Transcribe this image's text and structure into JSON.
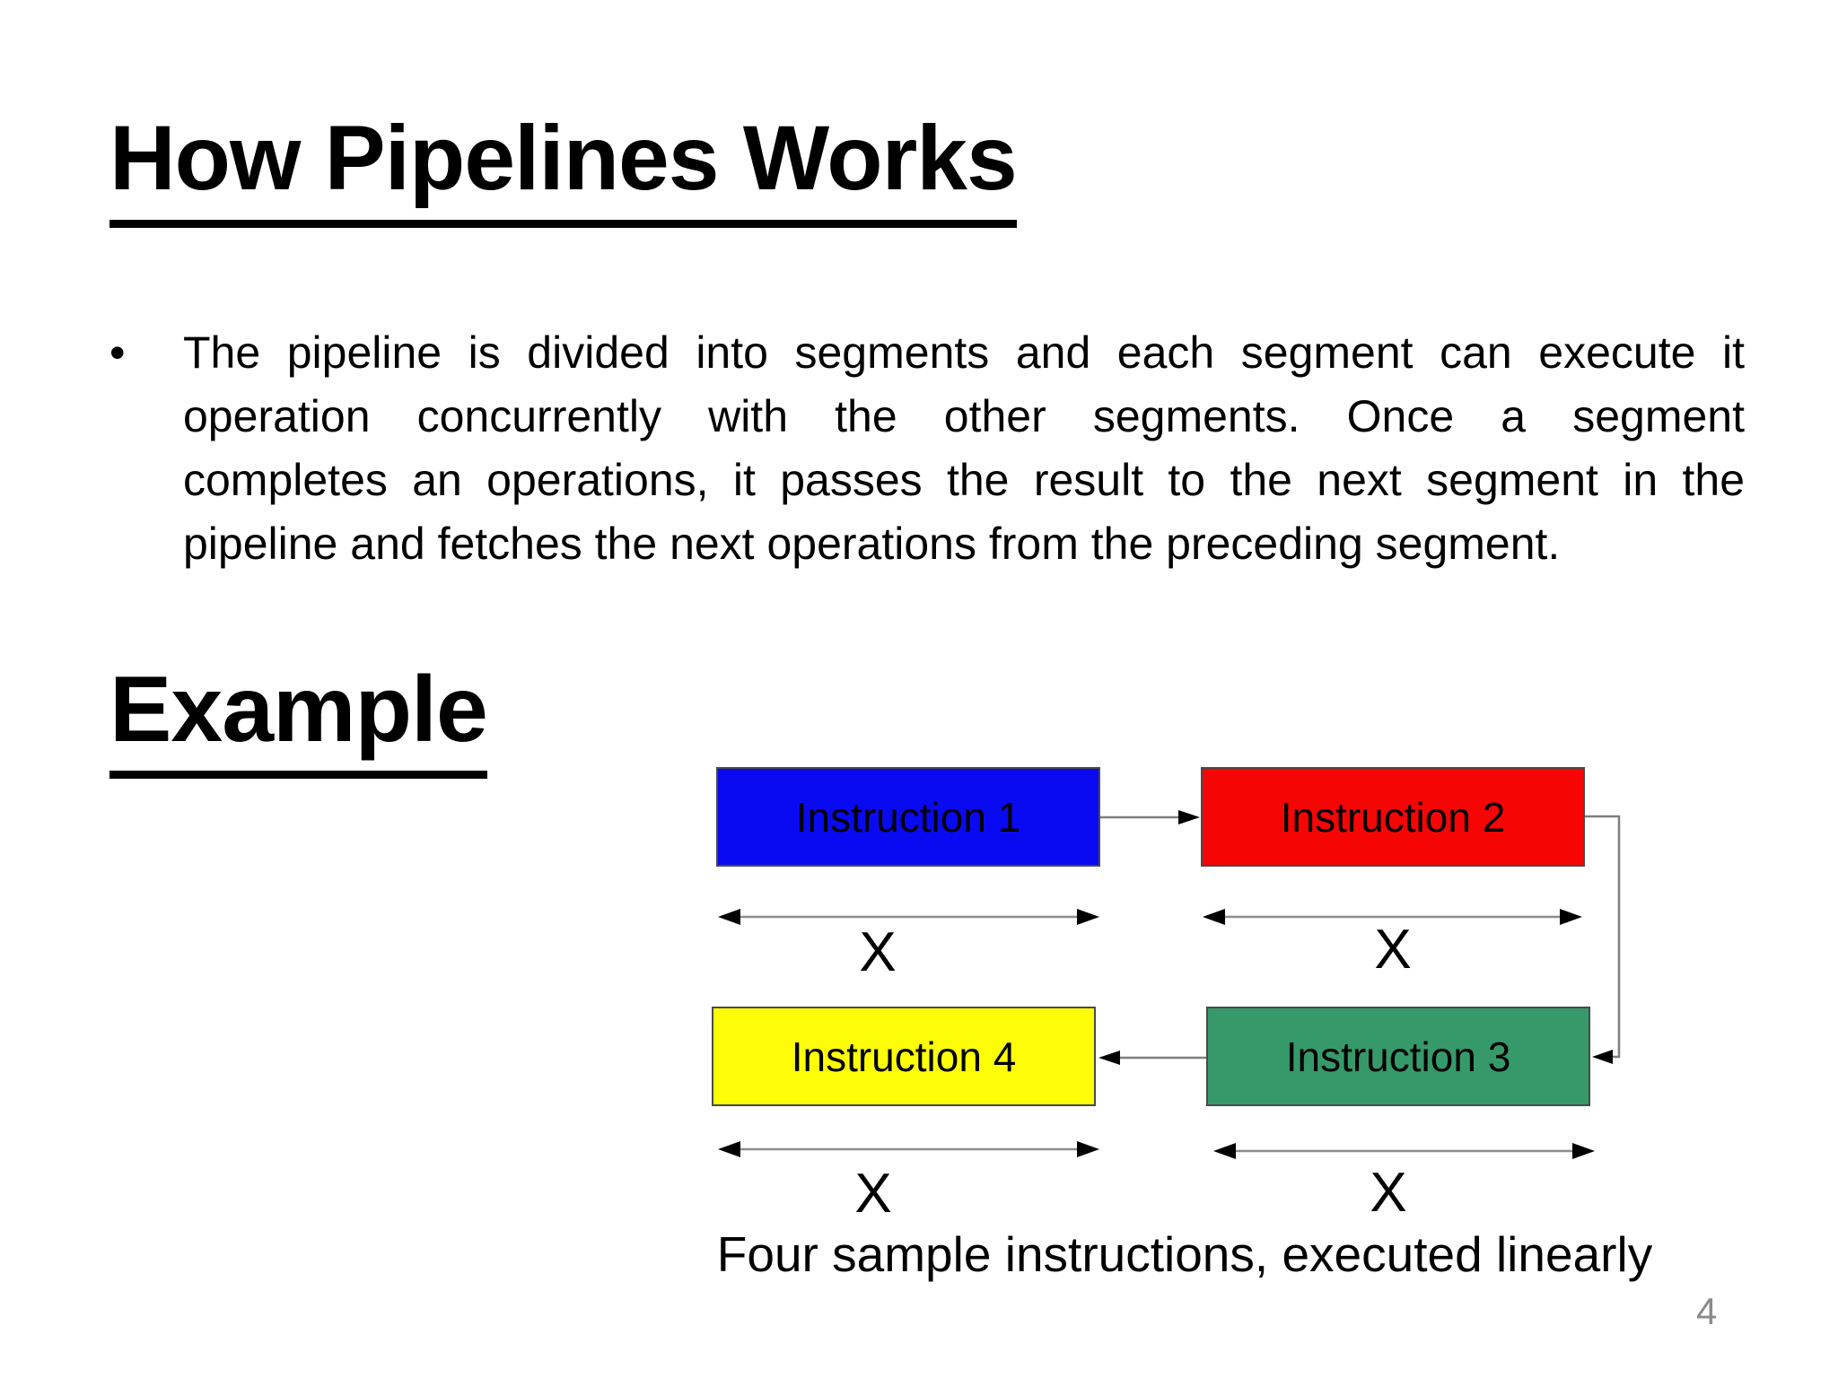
{
  "slide": {
    "title": "How Pipelines Works",
    "bullet_char": "•",
    "bullet_lines": [
      "The pipeline is divided into segments and each segment can execute it",
      "operation concurrently with the other segments. Once a segment",
      "completes an operations, it passes the result to the next segment in the",
      "pipeline and fetches the next operations from the preceding segment."
    ],
    "example_heading": "Example",
    "page_number": "4"
  },
  "diagram": {
    "boxes": [
      {
        "label": "Instruction 1",
        "color": "#0a0af2"
      },
      {
        "label": "Instruction 2",
        "color": "#f60505"
      },
      {
        "label": "Instruction 3",
        "color": "#36996a"
      },
      {
        "label": "Instruction 4",
        "color": "#fdfd08"
      }
    ],
    "x_labels": [
      "X",
      "X",
      "X",
      "X"
    ],
    "caption": "Four sample instructions, executed linearly",
    "colors": {
      "connector_line": "#7f7f7f",
      "measure_line": "#8c8c8c",
      "arrowhead": "#000000",
      "box_border": "#4a4a4a",
      "page_number_gray": "#8a8a8a"
    }
  }
}
